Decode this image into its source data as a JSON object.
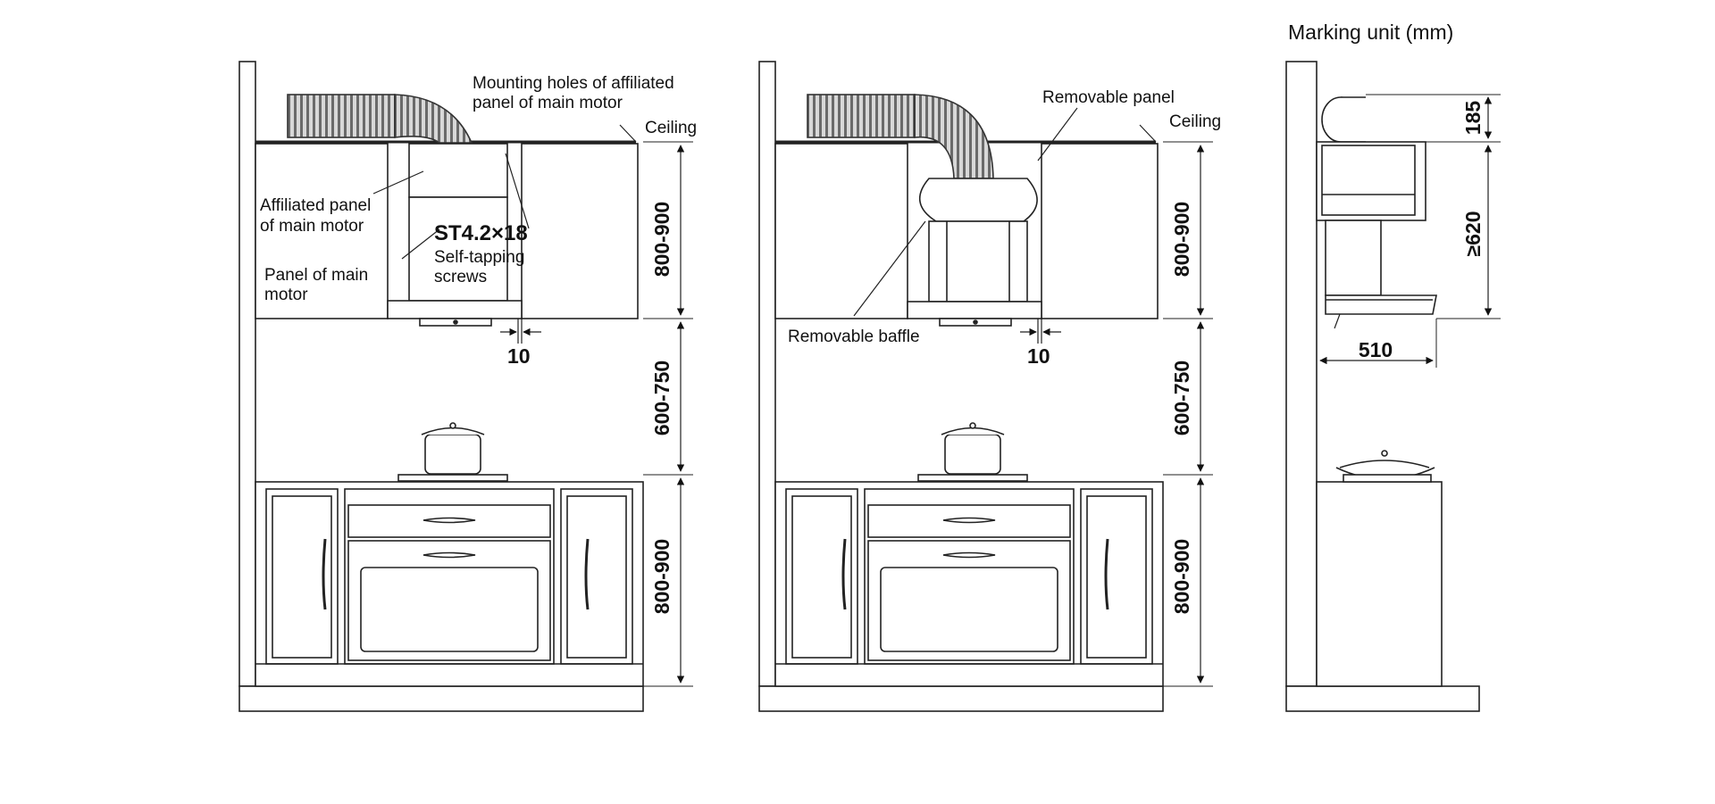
{
  "unit_label": "Marking unit (mm)",
  "left_view": {
    "mounting_holes_line1": "Mounting holes of affiliated",
    "mounting_holes_line2": "panel of main motor",
    "ceiling": "Ceiling",
    "affiliated_panel_line1": "Affiliated panel",
    "affiliated_panel_line2": "of main motor",
    "screw_spec": "ST4.2×18",
    "self_tapping_line1": "Self-tapping",
    "self_tapping_line2": "screws",
    "panel_main_line1": "Panel of main",
    "panel_main_line2": "motor",
    "gap": "10",
    "dim_upper": "800-900",
    "dim_middle": "600-750",
    "dim_lower": "800-900"
  },
  "middle_view": {
    "removable_panel": "Removable panel",
    "ceiling": "Ceiling",
    "removable_baffle": "Removable baffle",
    "gap": "10",
    "dim_upper": "800-900",
    "dim_middle": "600-750",
    "dim_lower": "800-900"
  },
  "side_view": {
    "dim_duct": "185",
    "dim_height": "≥620",
    "dim_depth": "510"
  }
}
